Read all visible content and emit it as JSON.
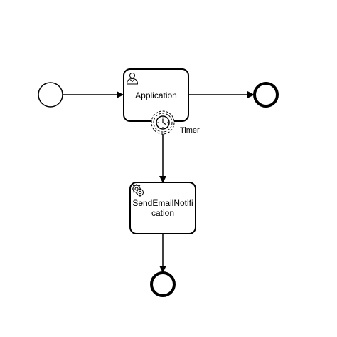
{
  "diagram": {
    "tasks": {
      "application": {
        "label": "Application",
        "icon": "user-icon"
      },
      "send_email": {
        "label_line1": "SendEmailNotifi",
        "label_line2": "cation",
        "icon": "gear-icon"
      }
    },
    "boundary_event": {
      "label": "Timer",
      "icon": "clock-icon"
    },
    "colors": {
      "stroke": "#000000",
      "fill": "#ffffff"
    }
  }
}
